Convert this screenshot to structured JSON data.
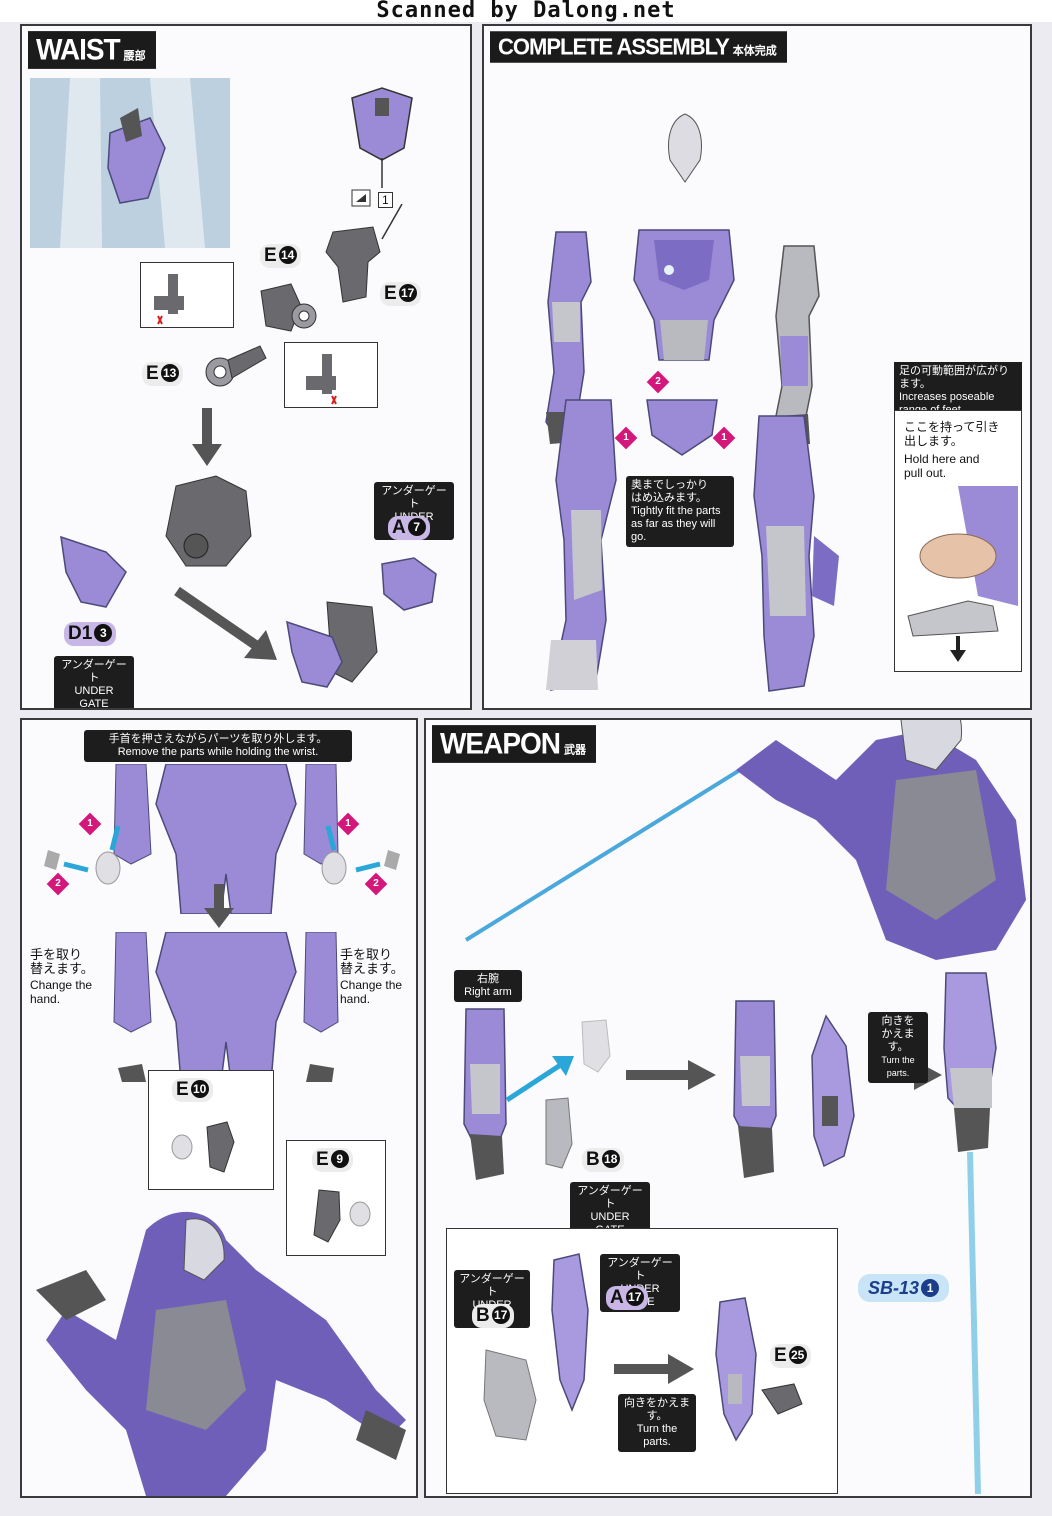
{
  "watermark": "Scanned by Dalong.net",
  "waist": {
    "title": "WAIST",
    "title_jp": "腰部",
    "parts": {
      "e14": "E",
      "e14_num": "14",
      "e17": "E",
      "e17_num": "17",
      "e13": "E",
      "e13_num": "13",
      "a7": "A",
      "a7_num": "7",
      "d13": "D1",
      "d13_num": "3"
    },
    "under_gate_jp": "アンダーゲート",
    "under_gate_en": "UNDER GATE",
    "bag_count": "1"
  },
  "complete": {
    "title": "COMPLETE ASSEMBLY",
    "title_jp": "本体完成",
    "step1": "1",
    "step2": "2",
    "fit_jp": "奥までしっかり\nはめ込みます。",
    "fit_en": "Tightly fit the parts\nas far as they will go.",
    "range_jp": "足の可動範囲が広がります。",
    "range_en": "Increases poseable\nrange of feet.",
    "hold_jp": "ここを持って引き\n出します。",
    "hold_en": "Hold here and\npull out."
  },
  "hands": {
    "remove_jp": "手首を押さえながらパーツを取り外します。",
    "remove_en": "Remove the parts while holding the wrist.",
    "change_jp": "手を取り\n替えます。",
    "change_en": "Change the\nhand.",
    "e10": "E",
    "e10_num": "10",
    "e9": "E",
    "e9_num": "9",
    "step1": "1",
    "step2": "2"
  },
  "weapon": {
    "title": "WEAPON",
    "title_jp": "武器",
    "right_arm_jp": "右腕",
    "right_arm_en": "Right arm",
    "b18": "B",
    "b18_num": "18",
    "b17": "B",
    "b17_num": "17",
    "a17": "A",
    "a17_num": "17",
    "e25": "E",
    "e25_num": "25",
    "under_gate_jp": "アンダーゲート",
    "under_gate_en": "UNDER GATE",
    "turn_jp": "向きを\nかえます。",
    "turn_en": "Turn the parts.",
    "turn2_jp": "向きをかえます。",
    "turn2_en": "Turn the parts.",
    "sb": "SB-13",
    "sb_num": "1"
  },
  "colors": {
    "violet": "#9b8bd6",
    "violet_dark": "#6f5fb8",
    "gray_part": "#6a6a6e",
    "magenta": "#d4187b",
    "cyan_arrow": "#2aa6d8"
  }
}
